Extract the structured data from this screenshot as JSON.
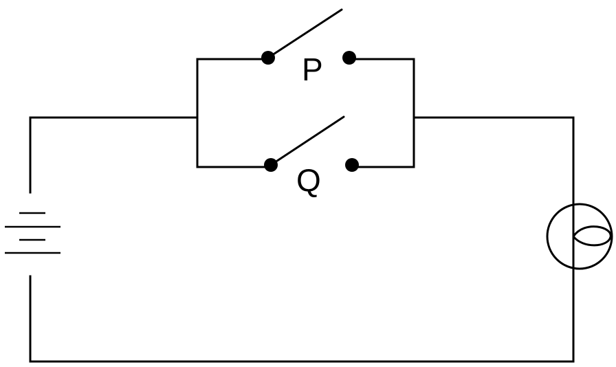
{
  "switches": {
    "p": {
      "label": "P",
      "state": "open"
    },
    "q": {
      "label": "Q",
      "state": "open"
    }
  },
  "components": {
    "battery": {
      "icon": "battery-icon"
    },
    "lamp": {
      "icon": "bulb-icon"
    }
  },
  "colors": {
    "line": "#000000",
    "background": "#ffffff"
  }
}
